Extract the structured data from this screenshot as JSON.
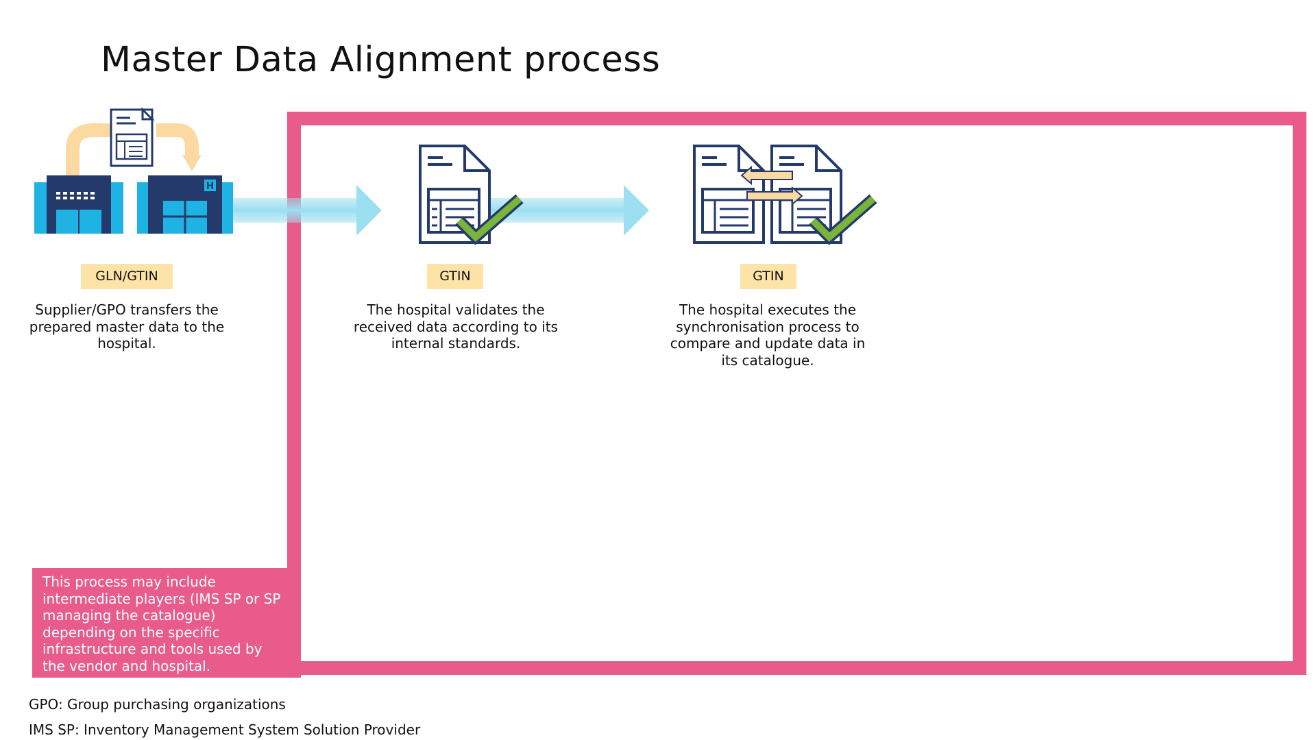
{
  "title": "Master Data Alignment process",
  "colors": {
    "frame": "#e85b8a",
    "tag_bg": "#fde3a7",
    "arrow": "#9bdff0",
    "navy": "#233a6b",
    "check": "#7ab53a",
    "orange": "#fbd9a0",
    "blue": "#1fb3e3"
  },
  "steps": [
    {
      "tag": "GLN/GTIN",
      "description": "Supplier/GPO transfers the\nprepared master data to the\nhospital.",
      "icon": "supplier-to-hospital-icon"
    },
    {
      "tag": "GTIN",
      "description": "The hospital validates the\nreceived data according to its\ninternal standards.",
      "icon": "validated-document-icon"
    },
    {
      "tag": "GTIN",
      "description": "The hospital executes the\nsynchronisation process to\ncompare and update data in\nits catalogue.",
      "icon": "synchronised-documents-icon"
    }
  ],
  "note": "This process may include\nintermediate players (IMS SP or SP\nmanaging the catalogue)\ndepending on the specific\ninfrastructure and tools used by\nthe vendor and hospital.",
  "footnotes": [
    "GPO: Group purchasing organizations",
    "IMS SP: Inventory Management System Solution Provider"
  ]
}
